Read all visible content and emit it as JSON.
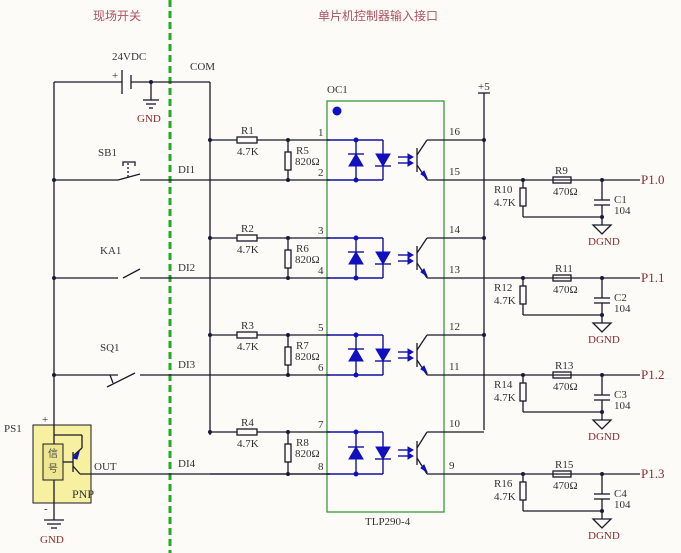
{
  "headers": {
    "field_switch": "现场开关",
    "mcu_input": "单片机控制器输入接口"
  },
  "power": {
    "supply": "24VDC",
    "plus": "+",
    "gnd": "GND",
    "com": "COM",
    "vcc": "+5"
  },
  "optocoupler": {
    "ref": "OC1",
    "part": "TLP290-4"
  },
  "channels": [
    {
      "switch": "SB1",
      "input": "DI1",
      "r_series": "R1",
      "r_series_val": "4.7K",
      "r_shunt": "R5",
      "r_shunt_val": "820Ω",
      "pin_a": "1",
      "pin_k": "2",
      "pin_c": "16",
      "pin_e": "15",
      "r_pull": "R10",
      "r_pull_val": "4.7K",
      "r_out": "R9",
      "r_out_val": "470Ω",
      "cap": "C1",
      "cap_val": "104",
      "gnd": "DGND",
      "port": "P1.0"
    },
    {
      "switch": "KA1",
      "input": "DI2",
      "r_series": "R2",
      "r_series_val": "4.7K",
      "r_shunt": "R6",
      "r_shunt_val": "820Ω",
      "pin_a": "3",
      "pin_k": "4",
      "pin_c": "14",
      "pin_e": "13",
      "r_pull": "R12",
      "r_pull_val": "4.7K",
      "r_out": "R11",
      "r_out_val": "470Ω",
      "cap": "C2",
      "cap_val": "104",
      "gnd": "DGND",
      "port": "P1.1"
    },
    {
      "switch": "SQ1",
      "input": "DI3",
      "r_series": "R3",
      "r_series_val": "4.7K",
      "r_shunt": "R7",
      "r_shunt_val": "820Ω",
      "pin_a": "5",
      "pin_k": "6",
      "pin_c": "12",
      "pin_e": "11",
      "r_pull": "R14",
      "r_pull_val": "4.7K",
      "r_out": "R13",
      "r_out_val": "470Ω",
      "cap": "C3",
      "cap_val": "104",
      "gnd": "DGND",
      "port": "P1.2"
    },
    {
      "switch": "",
      "input": "DI4",
      "r_series": "R4",
      "r_series_val": "4.7K",
      "r_shunt": "R8",
      "r_shunt_val": "820Ω",
      "pin_a": "7",
      "pin_k": "8",
      "pin_c": "10",
      "pin_e": "9",
      "r_pull": "R16",
      "r_pull_val": "4.7K",
      "r_out": "R15",
      "r_out_val": "470Ω",
      "cap": "C4",
      "cap_val": "104",
      "gnd": "DGND",
      "port": "P1.3"
    }
  ],
  "sensor": {
    "ref": "PS1",
    "plus": "+",
    "minus": "-",
    "signal": "信号",
    "type": "PNP",
    "out": "OUT",
    "gnd": "GND"
  }
}
